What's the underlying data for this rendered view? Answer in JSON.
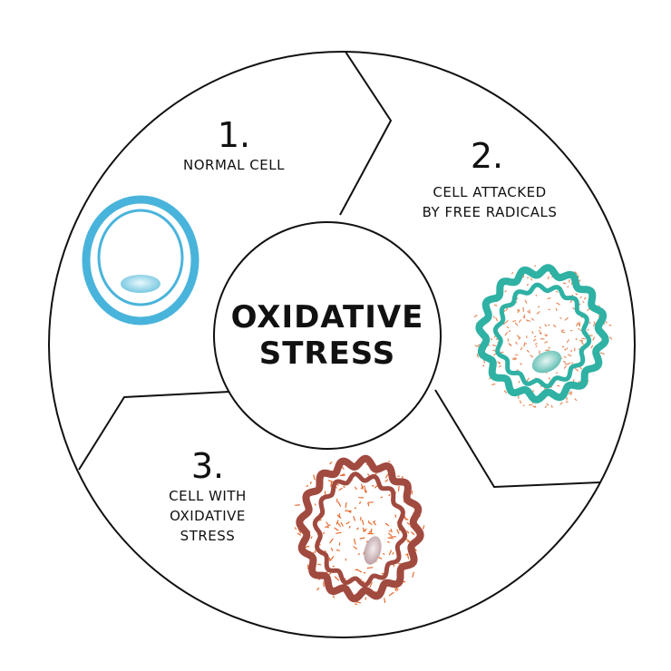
{
  "center": {
    "title_lines": [
      "OXIDATIVE",
      "STRESS"
    ]
  },
  "stages": [
    {
      "number": "1.",
      "caption_lines": [
        "NORMAL CELL"
      ],
      "cell_color": "#49b4db",
      "nucleus_color": "#6cc3de"
    },
    {
      "number": "2.",
      "caption_lines": [
        "CELL ATTACKED",
        "BY FREE RADICALS"
      ],
      "cell_color": "#2fb1a4",
      "nucleus_color": "#53b9ad",
      "particle_color": "#e58a5a"
    },
    {
      "number": "3.",
      "caption_lines": [
        "CELL WITH",
        "OXIDATIVE",
        "STRESS"
      ],
      "cell_color": "#a14a3f",
      "nucleus_color": "#b79a9e",
      "particle_color": "#e66a2e"
    }
  ]
}
